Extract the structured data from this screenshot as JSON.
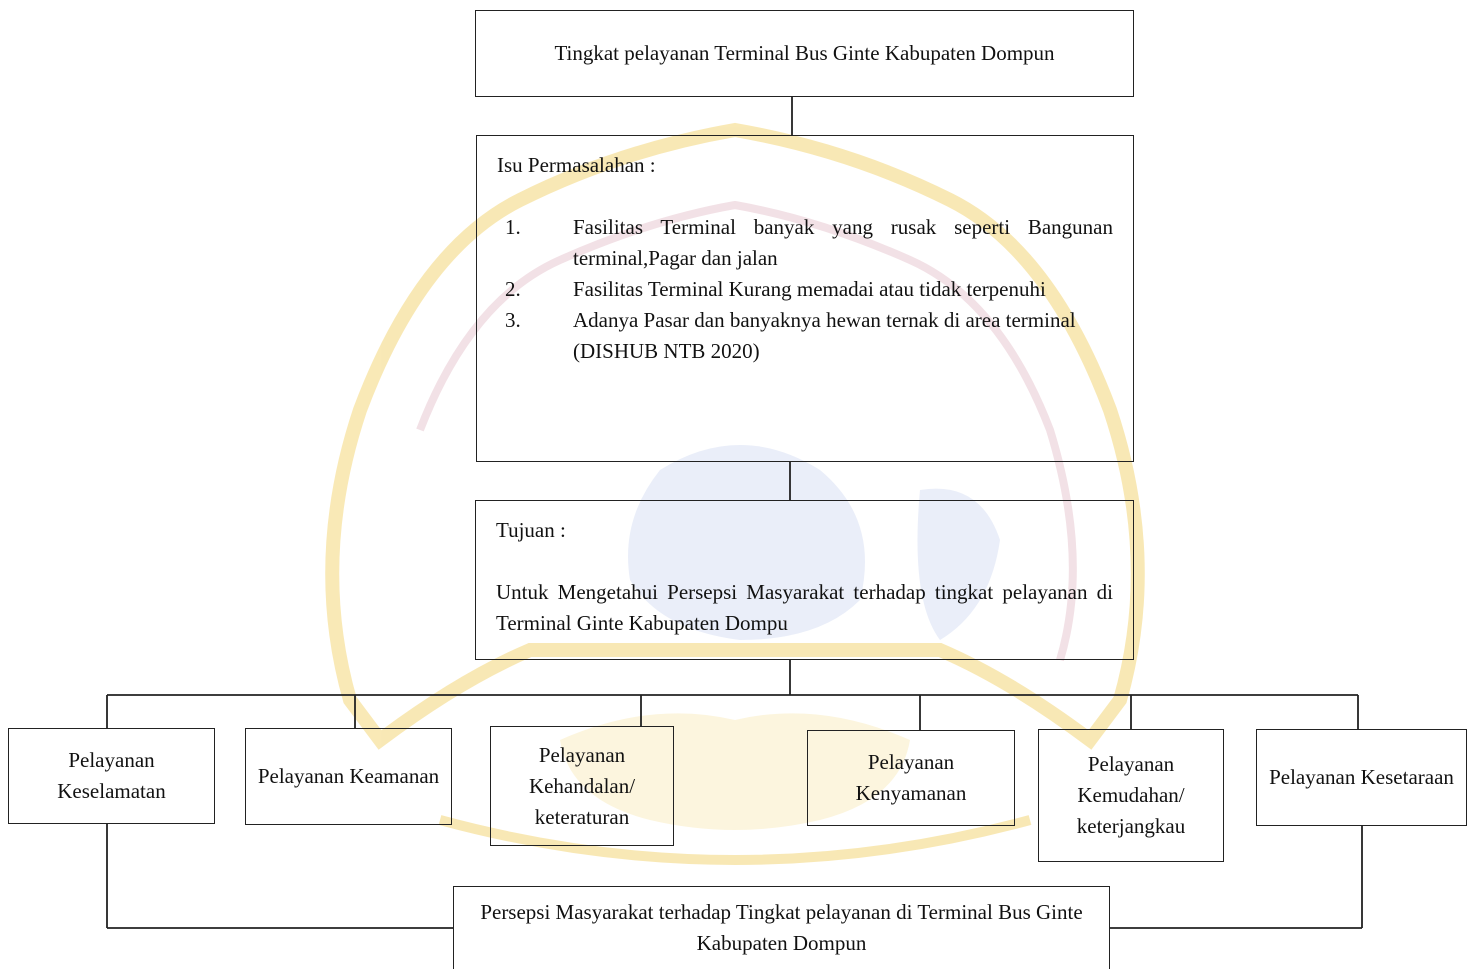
{
  "diagram": {
    "top_box": {
      "text": "Tingkat pelayanan Terminal Bus Ginte Kabupaten Dompun"
    },
    "issues_box": {
      "heading": "Isu Permasalahan :",
      "items": [
        {
          "number": "1.",
          "text": "Fasilitas Terminal banyak yang rusak seperti Bangunan terminal,Pagar dan jalan"
        },
        {
          "number": "2.",
          "text": "Fasilitas Terminal Kurang memadai atau tidak terpenuhi"
        },
        {
          "number": "3.",
          "text": "Adanya Pasar dan banyaknya hewan ternak di area terminal"
        }
      ],
      "source": "(DISHUB NTB 2020)"
    },
    "goal_box": {
      "heading": "Tujuan :",
      "text": "Untuk Mengetahui Persepsi Masyarakat terhadap tingkat pelayanan di Terminal Ginte Kabupaten Dompu"
    },
    "services": [
      {
        "label": "Pelayanan Keselamatan"
      },
      {
        "label": "Pelayanan Keamanan"
      },
      {
        "label": "Pelayanan Kehandalan/ keteraturan"
      },
      {
        "label": "Pelayanan Kenyamanan"
      },
      {
        "label": "Pelayanan Kemudahan/ keterjangkau"
      },
      {
        "label": "Pelayanan Kesetaraan"
      }
    ],
    "bottom_box": {
      "text": "Persepsi Masyarakat terhadap Tingkat pelayanan di Terminal Bus Ginte Kabupaten Dompun"
    }
  },
  "colors": {
    "line": "#222222",
    "watermark_gold": "#f4d77a",
    "watermark_blue": "#c7d3ee",
    "watermark_mauve": "#e8c9d2"
  },
  "icons": [
    "university-logo-watermark"
  ]
}
